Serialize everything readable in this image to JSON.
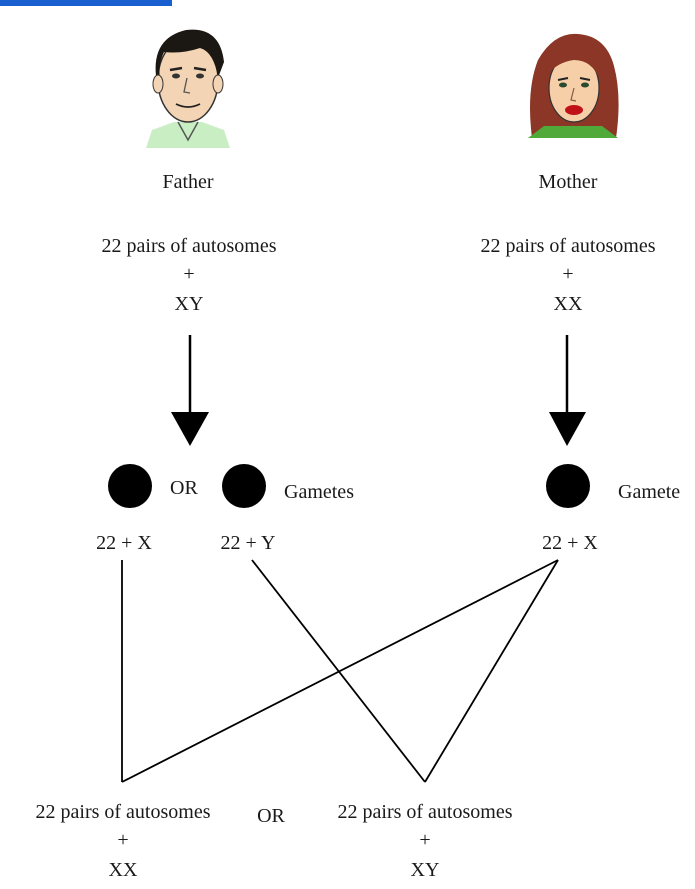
{
  "father": {
    "label": "Father",
    "autosomes": "22 pairs of autosomes",
    "plus": "+",
    "sex_chromosomes": "XY"
  },
  "mother": {
    "label": "Mother",
    "autosomes": "22 pairs of autosomes",
    "plus": "+",
    "sex_chromosomes": "XX"
  },
  "gametes": {
    "or_label": "OR",
    "father_gametes_label": "Gametes",
    "mother_gamete_label": "Gamete",
    "father_x": "22 + X",
    "father_y": "22 + Y",
    "mother_x": "22 + X"
  },
  "offspring": {
    "girl_autosomes": "22 pairs of autosomes",
    "girl_plus": "+",
    "girl_sex": "XX",
    "or_label": "OR",
    "boy_autosomes": "22 pairs of autosomes",
    "boy_plus": "+",
    "boy_sex": "XY"
  },
  "colors": {
    "accent_bar": "#1a5fd0",
    "line": "#000000",
    "dot": "#000000"
  },
  "icons": {
    "father": "man-face-icon",
    "mother": "woman-face-icon"
  }
}
